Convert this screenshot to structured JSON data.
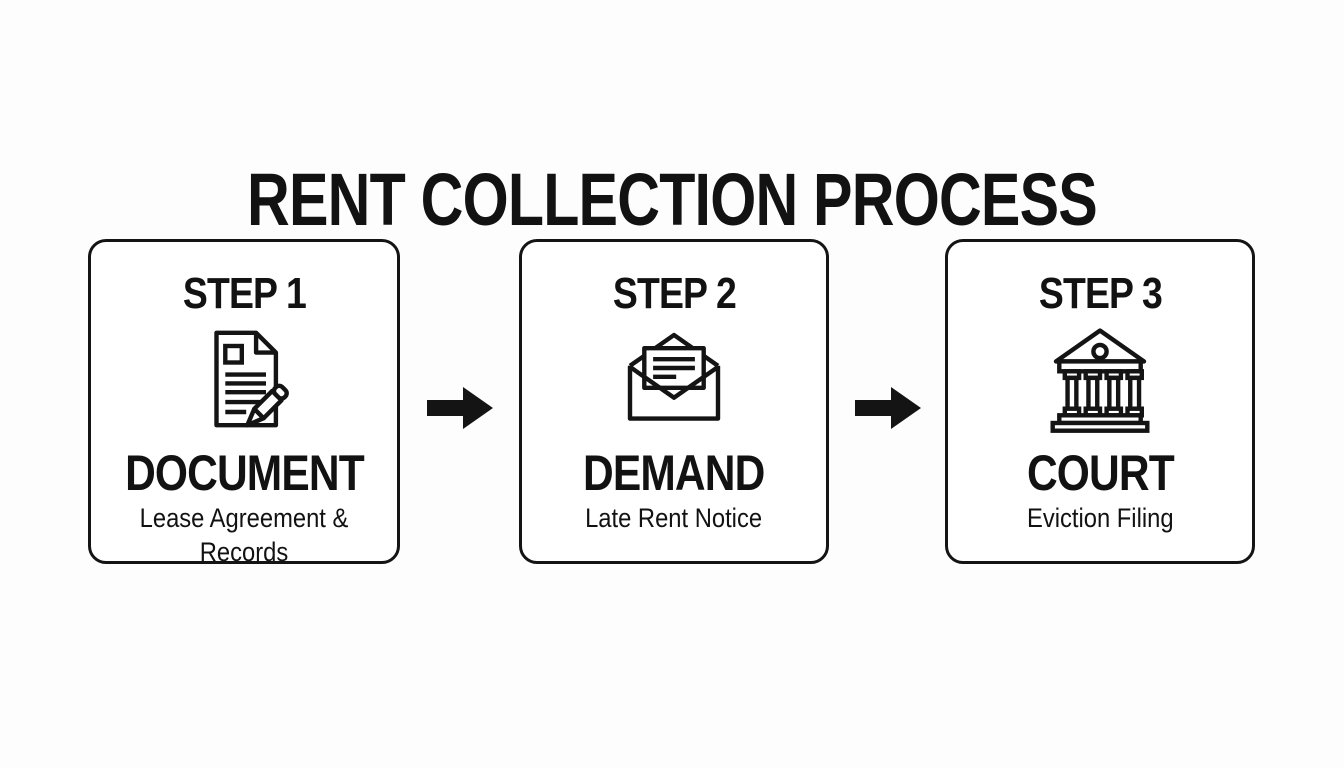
{
  "title": "RENT COLLECTION PROCESS",
  "colors": {
    "background": "#fdfdfd",
    "card_background": "#ffffff",
    "line_color": "#141414",
    "text_color": "#121212"
  },
  "steps": [
    {
      "step_label": "STEP 1",
      "icon": "document-pen-icon",
      "name": "DOCUMENT",
      "description": "Lease Agreement & Records"
    },
    {
      "step_label": "STEP 2",
      "icon": "envelope-letter-icon",
      "name": "DEMAND",
      "description": "Late Rent Notice"
    },
    {
      "step_label": "STEP 3",
      "icon": "courthouse-icon",
      "name": "COURT",
      "description": "Eviction Filing"
    }
  ],
  "arrows": [
    {
      "icon": "arrow-right-icon"
    },
    {
      "icon": "arrow-right-icon"
    }
  ]
}
